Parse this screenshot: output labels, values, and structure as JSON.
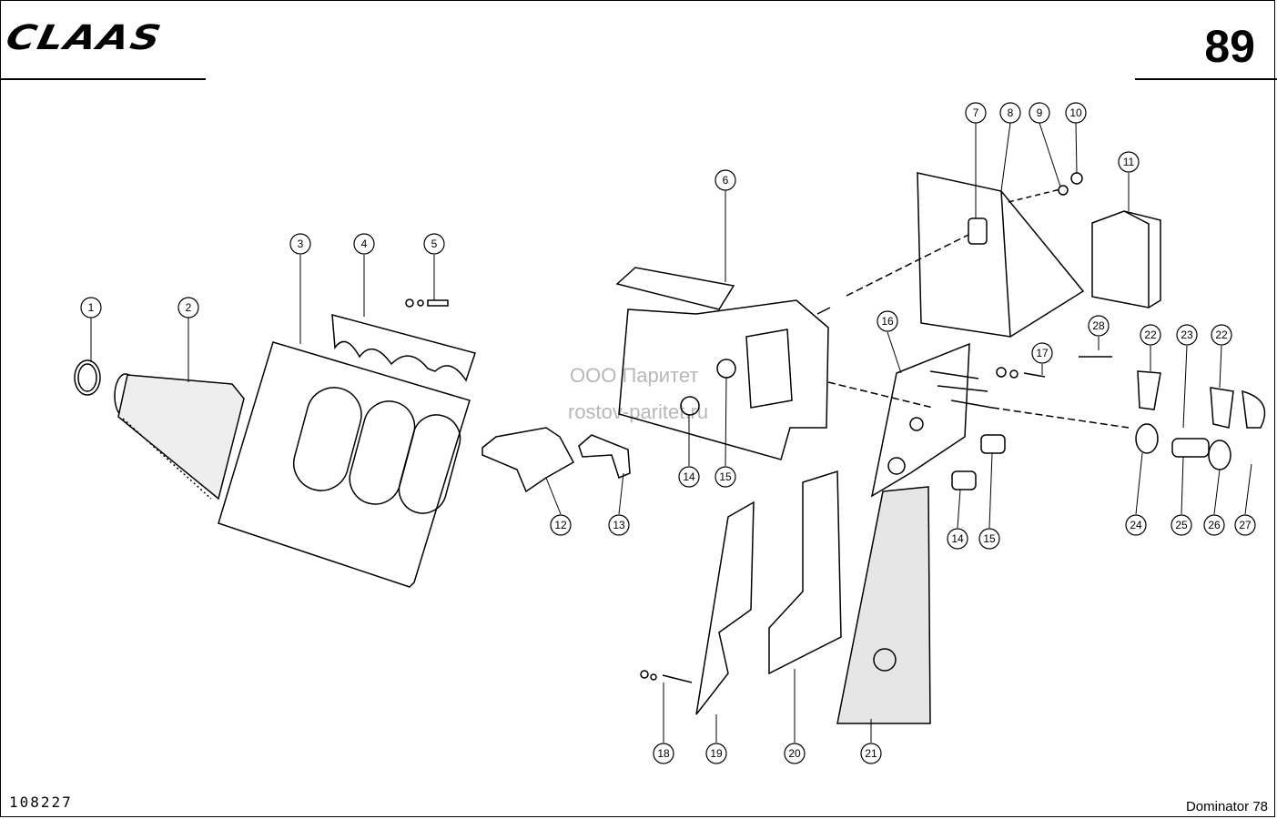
{
  "header": {
    "brand": "CLAAS",
    "page_number": "89"
  },
  "footer": {
    "drawing_number": "108227",
    "model": "Dominator 78"
  },
  "watermark": {
    "line1": "ООО Паритет",
    "line2": "rostov-paritet.ru"
  },
  "callouts": [
    "1",
    "2",
    "3",
    "4",
    "5",
    "6",
    "7",
    "8",
    "9",
    "10",
    "11",
    "12",
    "13",
    "14",
    "15",
    "14",
    "15",
    "16",
    "17",
    "18",
    "19",
    "20",
    "21",
    "22",
    "22",
    "23",
    "24",
    "25",
    "26",
    "27",
    "28"
  ],
  "icons": [
    "parts-exploded-view"
  ]
}
